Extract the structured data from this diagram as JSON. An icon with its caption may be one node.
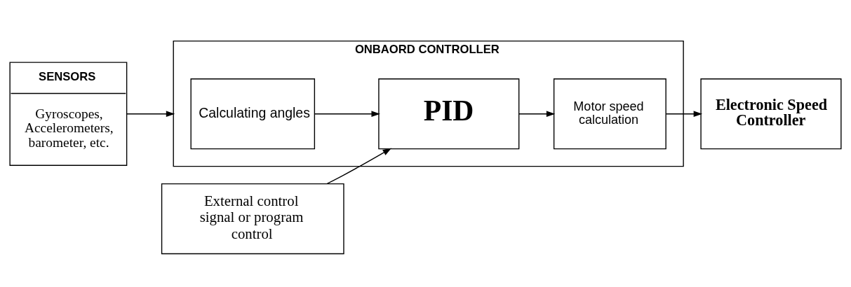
{
  "diagram": {
    "nodes": [
      {
        "text": [
          "SENSORS",
          "Gyroscopes, Accelerometers, barometer, etc."
        ]
      },
      {
        "text": [
          "ONBAORD CONTROLLER"
        ]
      },
      {
        "text": [
          "Calculating angles"
        ],
        "in": 1
      },
      {
        "text": [
          "PID"
        ],
        "in": 1
      },
      {
        "text": [
          "Motor speed calculation"
        ],
        "in": 1
      },
      {
        "text": [
          "Electronic Speed Controller"
        ]
      },
      {
        "text": [
          "External control signal or program control"
        ]
      }
    ],
    "edges": [
      {
        "from": 0,
        "to": 1,
        "arrow": "to"
      },
      {
        "from": 2,
        "to": 3,
        "arrow": "to"
      },
      {
        "from": 3,
        "to": 4,
        "arrow": "to"
      },
      {
        "from": 4,
        "to": 5,
        "arrow": "to"
      },
      {
        "from": 6,
        "to": 3,
        "arrow": "to"
      }
    ]
  }
}
